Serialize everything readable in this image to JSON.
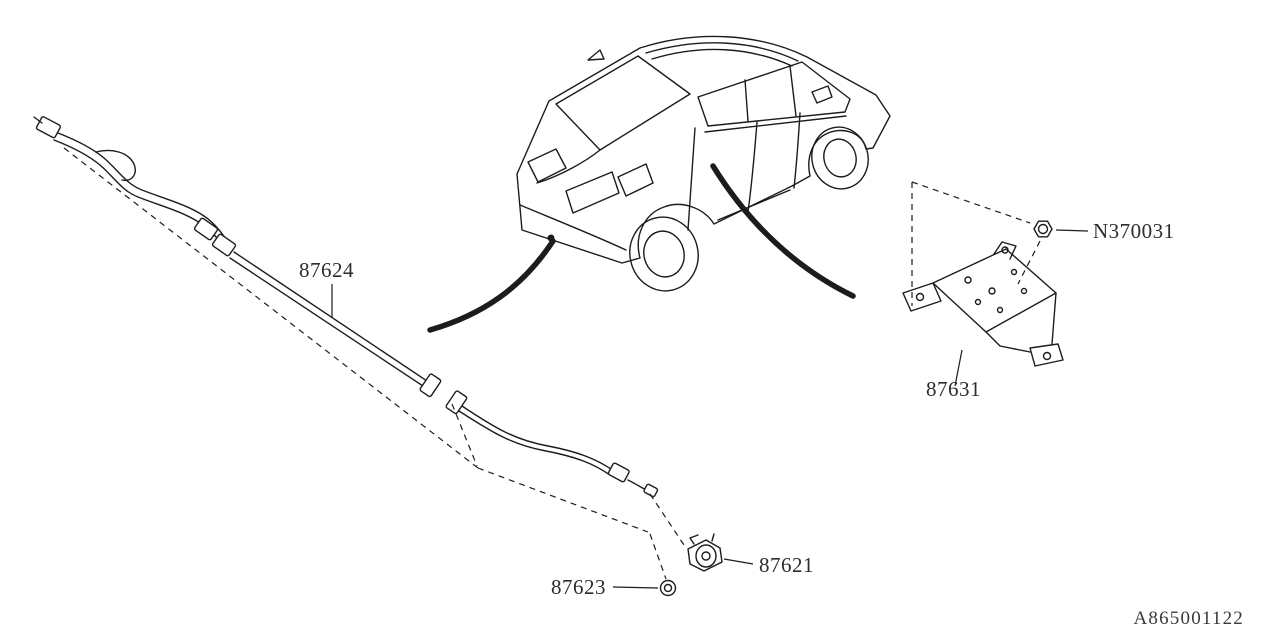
{
  "diagram": {
    "code": "A865001122"
  },
  "labels": {
    "harness": "87624",
    "bracket": "87631",
    "nut": "N370031",
    "sensor": "87621",
    "clip": "87623"
  },
  "colors": {
    "background": "#ffffff",
    "line": "#1c1c1c"
  }
}
